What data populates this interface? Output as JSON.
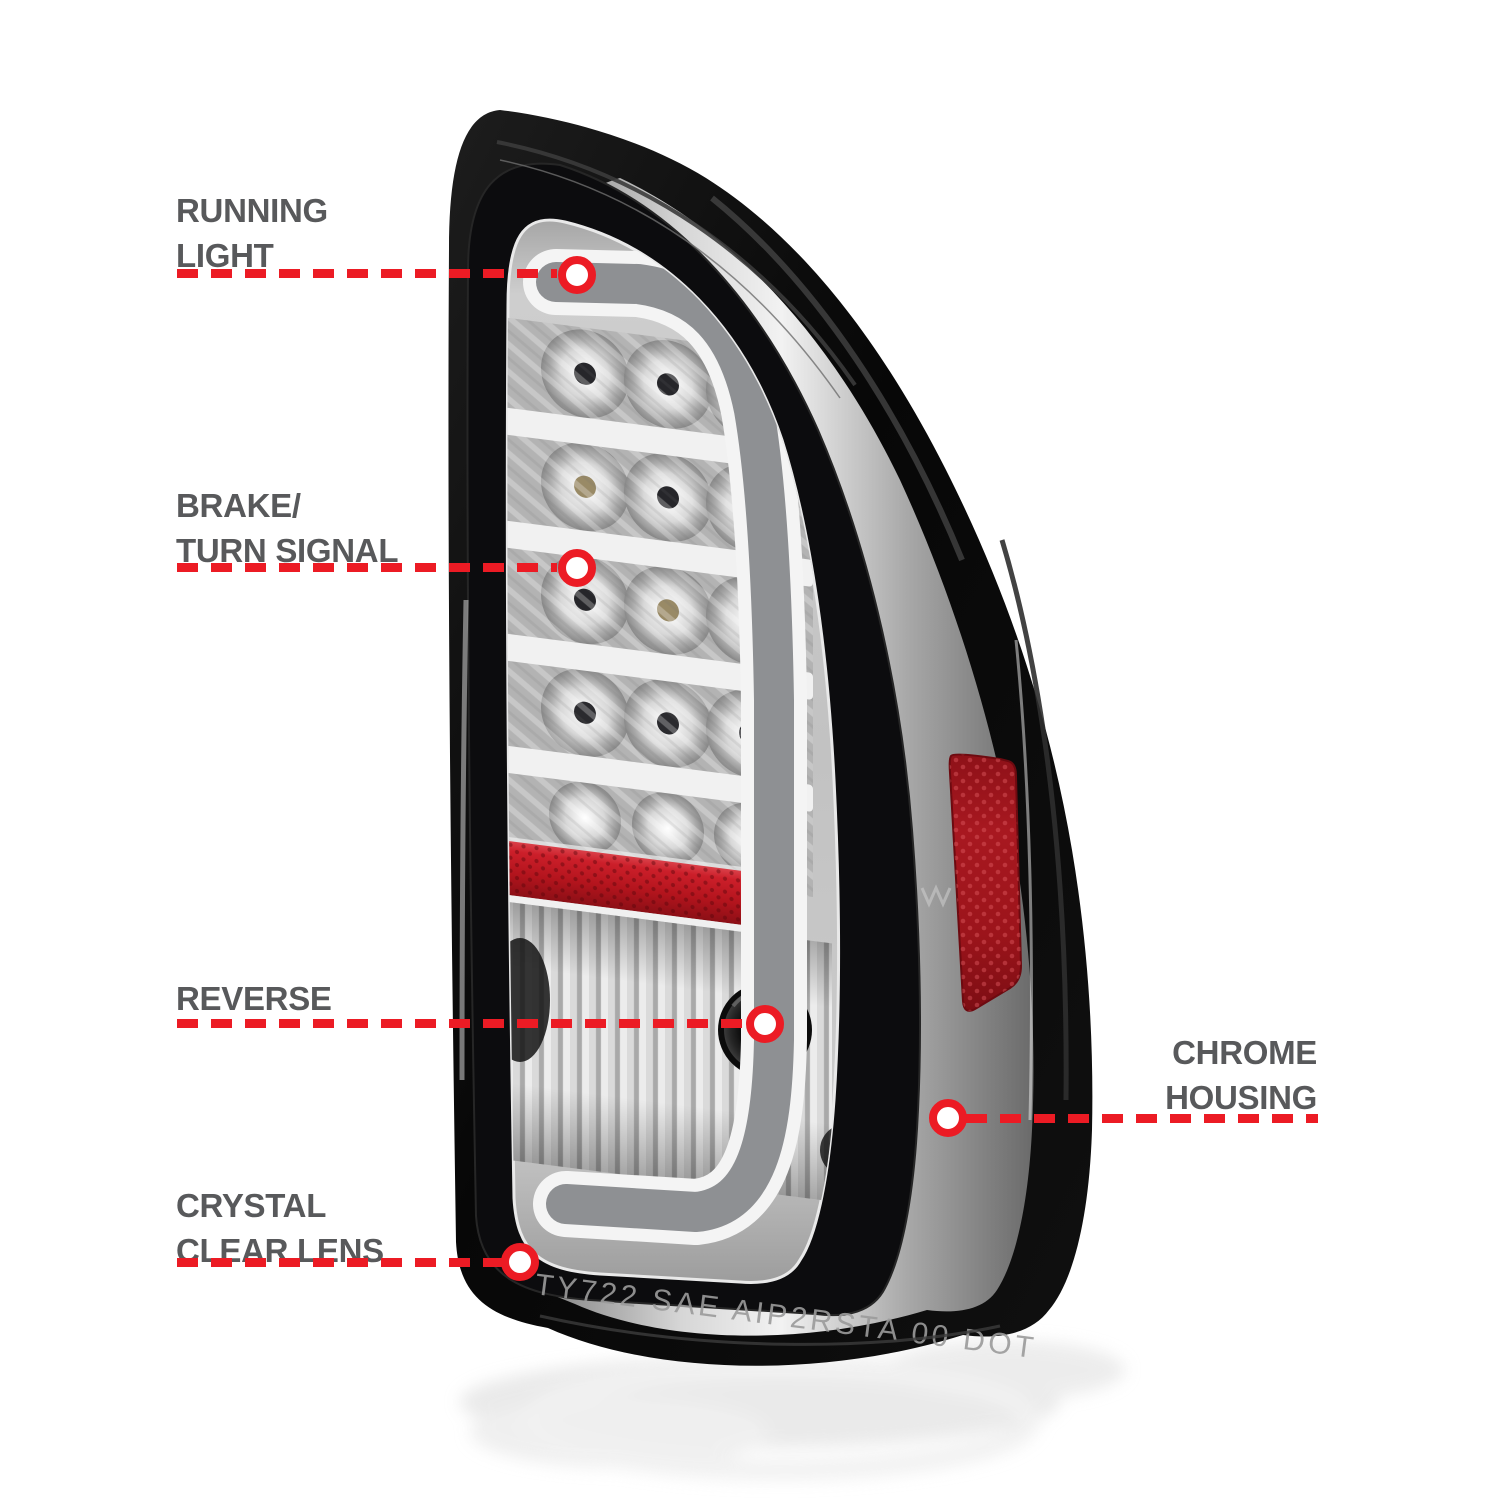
{
  "page": {
    "background": "#ffffff",
    "description": "Annotated tail light product image"
  },
  "colors": {
    "accent_red": "#ec1b24",
    "label_gray": "#58595b",
    "housing_black": "#0a0a0a",
    "chrome_gray": "#d6d6d6",
    "reflector_bar_red": "#c3161f",
    "side_reflector_red": "#9c141b",
    "lens_gray": "#c3c3c3"
  },
  "annotations": [
    {
      "id": "running-light",
      "lines": [
        "RUNNING",
        "LIGHT"
      ]
    },
    {
      "id": "brake-turn-signal",
      "lines": [
        "BRAKE/",
        "TURN SIGNAL"
      ]
    },
    {
      "id": "reverse",
      "lines": [
        "REVERSE"
      ]
    },
    {
      "id": "chrome-housing",
      "lines": [
        "CHROME",
        "HOUSING"
      ]
    },
    {
      "id": "crystal-clear-lens",
      "lines": [
        "CRYSTAL",
        "CLEAR LENS"
      ]
    }
  ],
  "lamp": {
    "etched_text": "TY722 SAE AIP2RSTA 00 DOT"
  }
}
